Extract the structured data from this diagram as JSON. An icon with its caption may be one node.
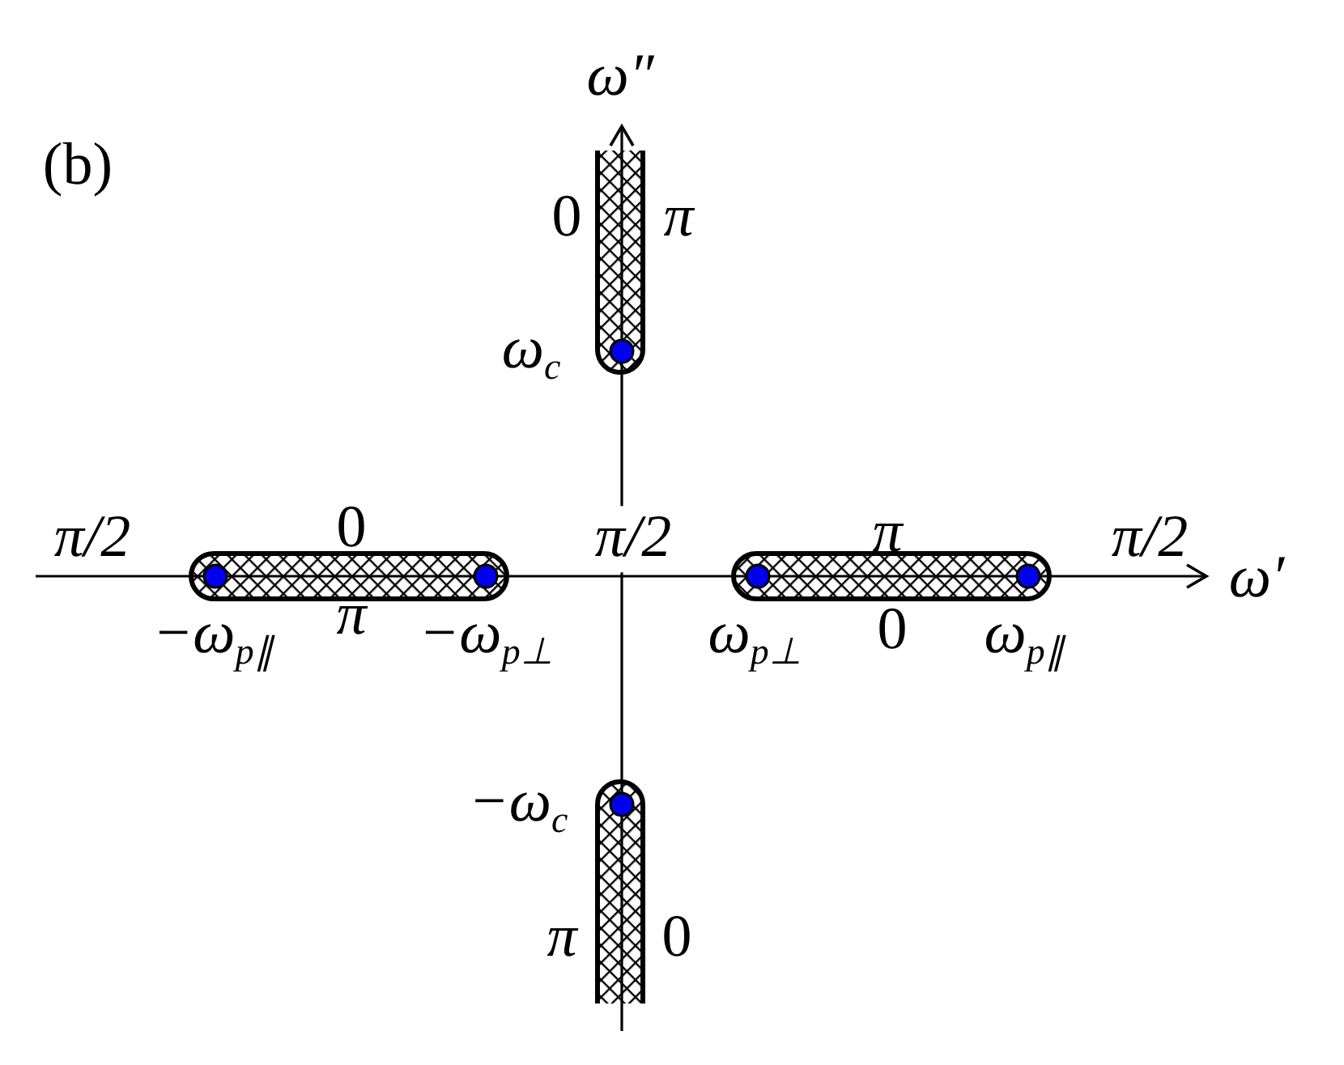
{
  "diagram": {
    "labels": [
      "ω″",
      "(b)",
      "0",
      "π",
      "ω$_{c}$",
      "π/2",
      "0",
      "π/2",
      "π",
      "π/2",
      "ω′",
      "−ω$_{p∥}$",
      "π",
      "−ω$_{p⊥}$",
      "ω$_{p⊥}$",
      "0",
      "ω$_{p∥}$",
      "−ω$_{c}$",
      "π",
      "0"
    ]
  }
}
